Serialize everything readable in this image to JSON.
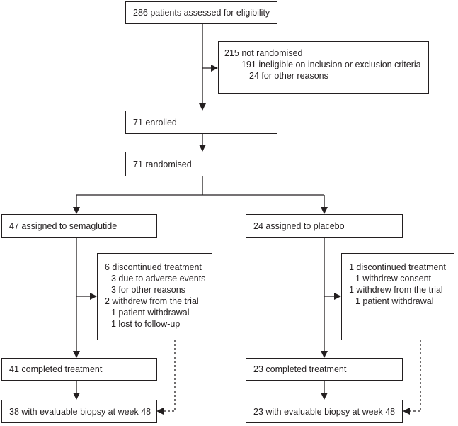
{
  "diagram": {
    "screening": "286 patients assessed for eligibility",
    "not_randomised": {
      "title": "215 not randomised",
      "ineligible": "191 ineligible on inclusion or exclusion criteria",
      "other": "24 for other reasons"
    },
    "enrolled": "71 enrolled",
    "randomised": "71 randomised",
    "semaglutide": {
      "assigned": "47 assigned to semaglutide",
      "exclusions": {
        "discontinued": "6 discontinued treatment",
        "adverse": "3 due to adverse events",
        "other": "3 for other reasons",
        "withdrew": "2 withdrew from the trial",
        "patient_withdrawal": "1 patient withdrawal",
        "lost": "1 lost to follow-up"
      },
      "completed": "41 completed treatment",
      "evaluable": "38 with evaluable biopsy at week 48"
    },
    "placebo": {
      "assigned": "24 assigned to placebo",
      "exclusions": {
        "discontinued": "1 discontinued treatment",
        "withdrew_consent": "1 withdrew consent",
        "withdrew": "1 withdrew from the trial",
        "patient_withdrawal": "1 patient withdrawal"
      },
      "completed": "23 completed treatment",
      "evaluable": "23 with evaluable biopsy at week 48"
    }
  }
}
